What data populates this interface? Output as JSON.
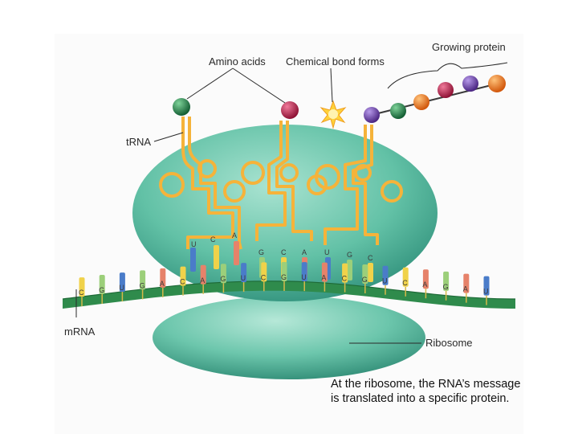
{
  "labels": {
    "amino_acids": "Amino acids",
    "chemical_bond": "Chemical bond forms",
    "growing_protein": "Growing protein",
    "trna": "tRNA",
    "mrna": "mRNA",
    "ribosome": "Ribosome"
  },
  "caption": {
    "line1": "At the ribosome, the RNA’s message",
    "line2": "is translated into a specific protein."
  },
  "anticodons": [
    [
      "U",
      "C",
      "A"
    ],
    [
      "G",
      "C",
      "A"
    ],
    [
      "U",
      "G",
      "C"
    ]
  ],
  "mrna_bases": [
    "C",
    "G",
    "U",
    "G",
    "A",
    "C",
    "A",
    "G",
    "U",
    "C",
    "G",
    "U",
    "A",
    "C",
    "G",
    "U",
    "C",
    "A",
    "G",
    "A",
    "U"
  ],
  "colors": {
    "ribosome": "#5fbfa4",
    "ribosome_dark": "#2f8f7a",
    "mrna_strand": "#2f8b4c",
    "trna": "#f5b33a",
    "base_C": "#f0d24a",
    "base_G": "#9ccf7a",
    "base_U": "#4a7cc9",
    "base_A": "#e6826a",
    "amino_green": "#1f7a45",
    "amino_red": "#c0214b",
    "amino_purple": "#6a3fa8",
    "amino_orange": "#f07a1a",
    "spark": "#ffd23a"
  }
}
